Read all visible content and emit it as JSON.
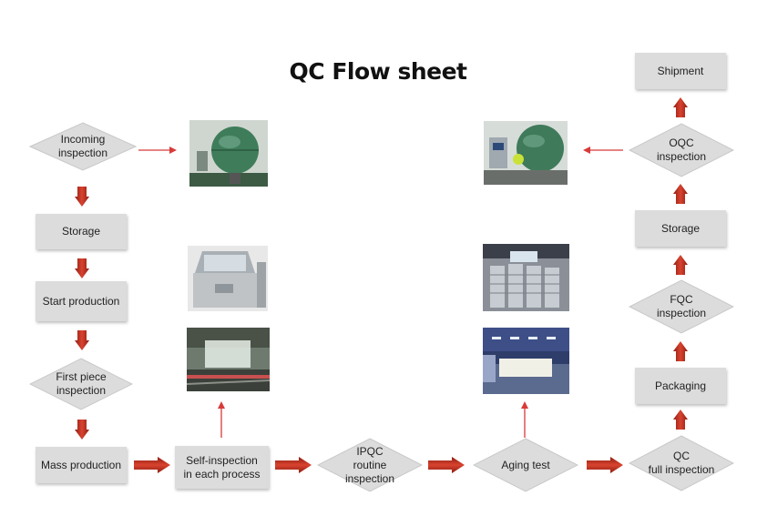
{
  "title": "QC Flow sheet",
  "steps": {
    "incoming": [
      "Incoming",
      "inspection"
    ],
    "storage_left": "Storage",
    "start_production": "Start production",
    "first_piece": [
      "First piece",
      "inspection"
    ],
    "mass_production": "Mass production",
    "self_inspection": [
      "Self-inspection",
      "in each process"
    ],
    "ipqc": [
      "IPQC",
      "routine",
      "inspection"
    ],
    "aging": "Aging test",
    "qc_full": [
      "QC",
      "full inspection"
    ],
    "packaging": "Packaging",
    "fqc": [
      "FQC",
      "inspection"
    ],
    "storage_right": "Storage",
    "oqc": [
      "OQC",
      "inspection"
    ],
    "shipment": "Shipment"
  },
  "colors": {
    "box": "#dcdcdc",
    "arrow": "#c0392b",
    "thin_arrow": "#d83a3a"
  }
}
